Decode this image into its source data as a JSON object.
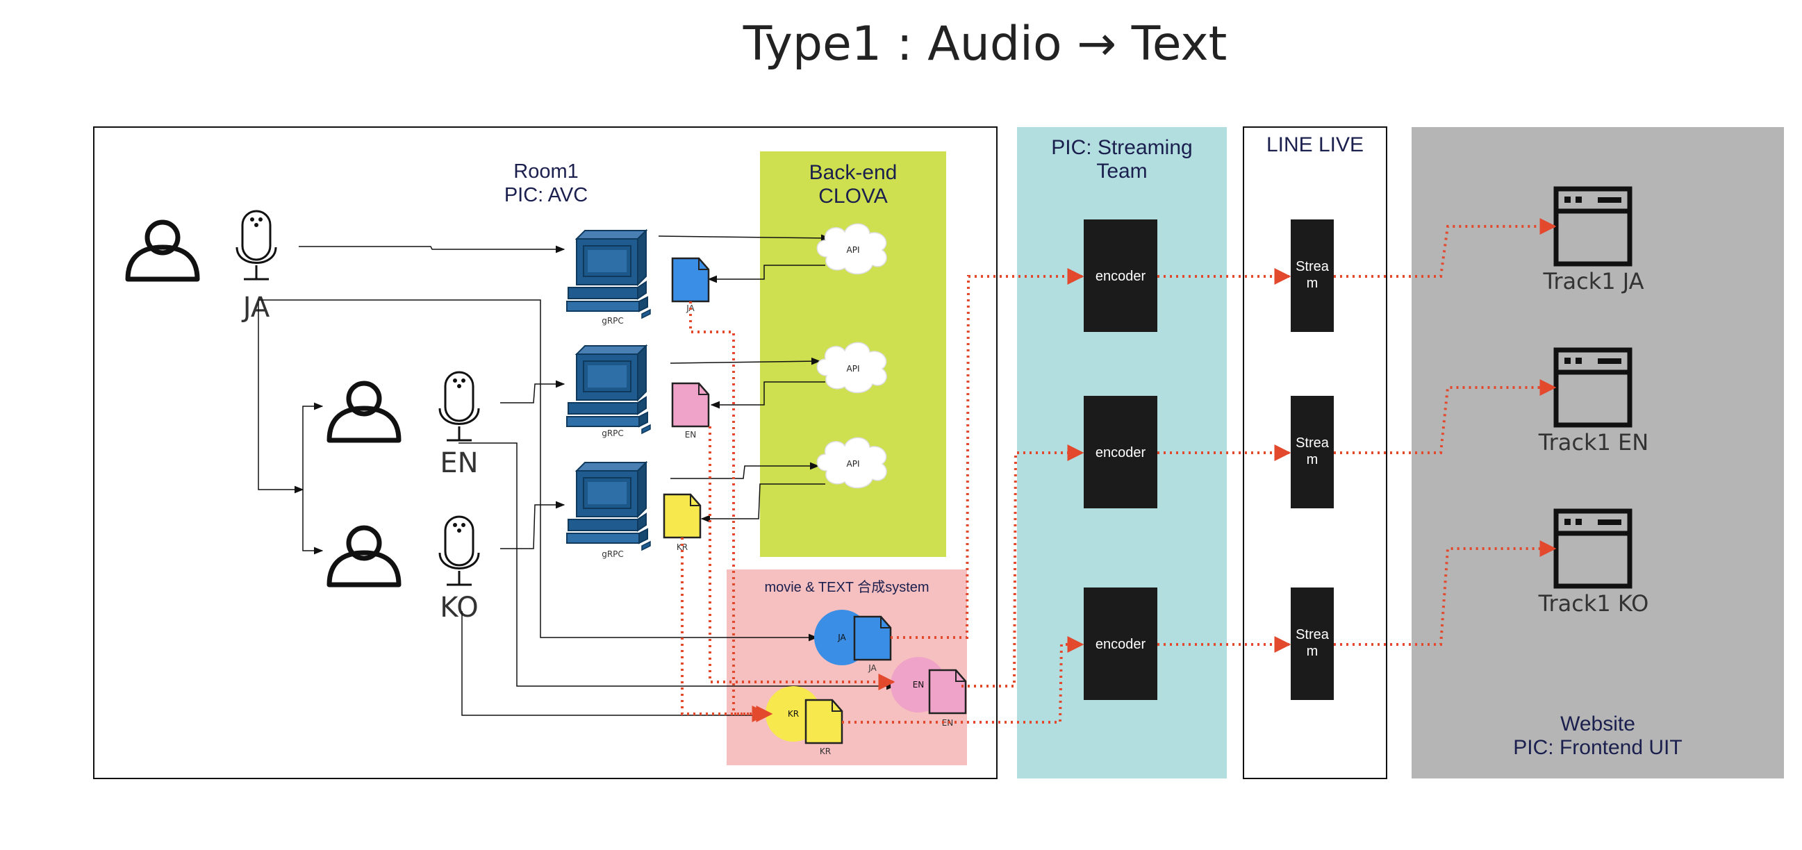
{
  "title": "Type1 : Audio → Text",
  "room": {
    "name": "Room1",
    "pic": "PIC: AVC"
  },
  "backend": {
    "line1": "Back-end",
    "line2": "CLOVA",
    "api_label": "API"
  },
  "pc_label": "gRPC",
  "speakers": [
    {
      "lang": "JA",
      "doc_label": "JA",
      "doc_color": "#3a8ee6"
    },
    {
      "lang": "EN",
      "doc_label": "EN",
      "doc_color": "#f0a3c8"
    },
    {
      "lang": "KO",
      "doc_label": "KR",
      "doc_color": "#f7e84e"
    }
  ],
  "composite": {
    "title": "movie & TEXT 合成system",
    "items": [
      {
        "label": "JA",
        "circle_color": "#3a8ee6",
        "doc_color": "#3a8ee6"
      },
      {
        "label": "EN",
        "circle_color": "#f0a3c8",
        "doc_color": "#f0a3c8"
      },
      {
        "label": "KR",
        "circle_color": "#f7e84e",
        "doc_color": "#f7e84e"
      }
    ]
  },
  "streaming": {
    "line1": "PIC: Streaming",
    "line2": "Team",
    "encoder_label": "encoder"
  },
  "line_live": {
    "title": "LINE LIVE",
    "stream_line1": "Strea",
    "stream_line2": "m"
  },
  "website": {
    "line1": "Website",
    "line2": "PIC: Frontend UIT",
    "tracks": [
      "Track1 JA",
      "Track1 EN",
      "Track1 KO"
    ]
  },
  "colors": {
    "backend_bg": "#cee04f",
    "composite_bg": "#f6c0c0",
    "streaming_bg": "#b2dedf",
    "website_bg": "#b5b5b5",
    "pc_blue": "#1f5b8e",
    "arrow_red": "#e2492d",
    "encoder_bg": "#1b1b1b"
  }
}
